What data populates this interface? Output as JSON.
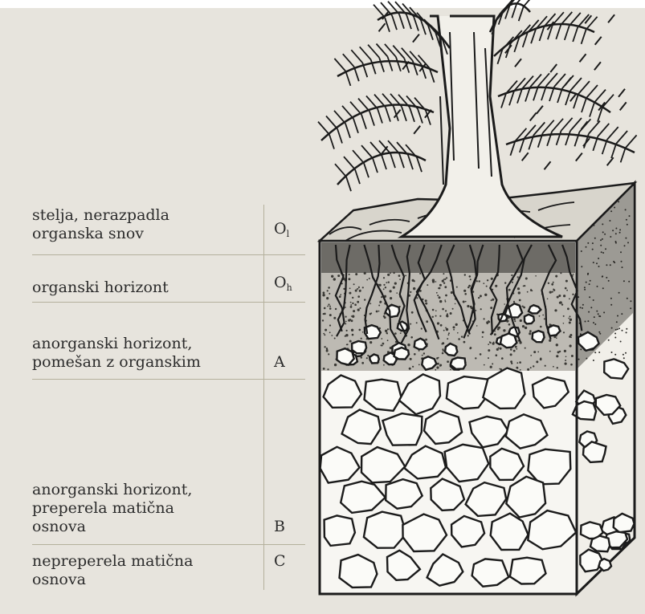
{
  "horizons": [
    {
      "id": "O_l",
      "label_line1": "stelja, nerazpadla",
      "label_line2": "organska snov",
      "label_line3": "",
      "code": "O",
      "code_sub": "l"
    },
    {
      "id": "O_h",
      "label_line1": "organski horizont",
      "label_line2": "",
      "label_line3": "",
      "code": "O",
      "code_sub": "h"
    },
    {
      "id": "A",
      "label_line1": "anorganski horizont,",
      "label_line2": "pomešan z organskim",
      "label_line3": "",
      "code": "A",
      "code_sub": ""
    },
    {
      "id": "B",
      "label_line1": "anorganski horizont,",
      "label_line2": "preperela matična",
      "label_line3": "osnova",
      "code": "B",
      "code_sub": ""
    },
    {
      "id": "C",
      "label_line1": "nepreperela matična",
      "label_line2": "osnova",
      "label_line3": "",
      "code": "C",
      "code_sub": ""
    }
  ],
  "colors": {
    "panel": "#e7e4dd",
    "rule": "#b4b09c",
    "text": "#2b2b2b",
    "ink": "#1b1b1b"
  }
}
